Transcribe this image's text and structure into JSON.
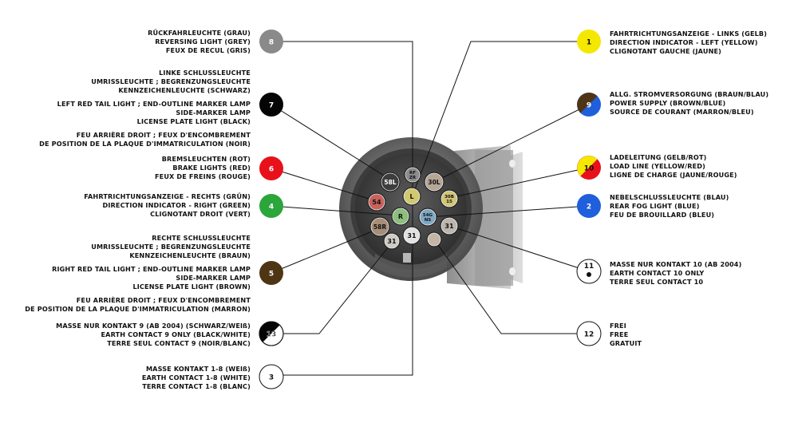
{
  "colors": {
    "grey": "#8a8a8a",
    "black": "#050505",
    "red": "#e8101a",
    "green": "#2aa63a",
    "brown": "#4e3514",
    "yellow": "#f4e800",
    "blue": "#1f5fdc",
    "white": "#ffffff"
  },
  "numbered_pins": [
    {
      "num": "8",
      "fill": "grey"
    },
    {
      "num": "7",
      "fill": "black"
    },
    {
      "num": "6",
      "fill": "red"
    },
    {
      "num": "4",
      "fill": "green"
    },
    {
      "num": "5",
      "fill": "brown"
    },
    {
      "num": "13",
      "fill": "split-black-white"
    },
    {
      "num": "3",
      "fill": "white"
    },
    {
      "num": "1",
      "fill": "yellow"
    },
    {
      "num": "9",
      "fill": "split-brown-blue"
    },
    {
      "num": "10",
      "fill": "split-yellow-red"
    },
    {
      "num": "2",
      "fill": "blue"
    },
    {
      "num": "11",
      "fill": "white-dot"
    },
    {
      "num": "12",
      "fill": "white"
    }
  ],
  "labels": {
    "p8": [
      "RÜCKFAHRLEUCHTE (GRAU)",
      "REVERSING LIGHT (GREY)",
      "FEUX DE RECUL (GRIS)"
    ],
    "p7a": [
      "LINKE SCHLUSSLEUCHTE",
      "UMRISSLEUCHTE ; BEGRENZUNGSLEUCHTE",
      "KENNZEICHENLEUCHTE (SCHWARZ)"
    ],
    "p7b": [
      "LEFT RED TAIL LIGHT ; END-OUTLINE MARKER LAMP",
      "SIDE-MARKER LAMP",
      "LICENSE PLATE LIGHT (BLACK)"
    ],
    "p7c": [
      "FEU ARRIÈRE DROIT ; FEUX D'ENCOMBREMENT",
      "DE POSITION DE LA PLAQUE D'IMMATRICULATION (NOIR)"
    ],
    "p6": [
      "BREMSLEUCHTEN (ROT)",
      "BRAKE LIGHTS (RED)",
      "FEUX DE FREINS (ROUGE)"
    ],
    "p4": [
      "FAHRTRICHTUNGSANZEIGE - RECHTS (GRÜN)",
      "DIRECTION INDICATOR - RIGHT (GREEN)",
      "CLIGNOTANT DROIT (VERT)"
    ],
    "p5a": [
      "RECHTE SCHLUSSLEUCHTE",
      "UMRISSLEUCHTE ; BEGRENZUNGSLEUCHTE",
      "KENNZEICHENLEUCHTE (BRAUN)"
    ],
    "p5b": [
      "RIGHT RED TAIL LIGHT ; END-OUTLINE MARKER LAMP",
      "SIDE-MARKER LAMP",
      "LICENSE PLATE LIGHT (BROWN)"
    ],
    "p5c": [
      "FEU ARRIÈRE DROIT ; FEUX D'ENCOMBREMENT",
      "DE POSITION DE LA PLAQUE D'IMMATRICULATION (MARRON)"
    ],
    "p13": [
      "MASSE NUR KONTAKT 9 (AB 2004) (SCHWARZ/WEIß)",
      "EARTH CONTACT 9 ONLY (BLACK/WHITE)",
      "TERRE SEUL CONTACT 9 (NOIR/BLANC)"
    ],
    "p3": [
      "MASSE KONTAKT 1-8 (WEIß)",
      "EARTH CONTACT 1-8 (WHITE)",
      "TERRE CONTACT 1-8 (BLANC)"
    ],
    "p1": [
      "FAHRTRICHTUNGSANZEIGE - LINKS (GELB)",
      "DIRECTION INDICATOR - LEFT (YELLOW)",
      "CLIGNOTANT GAUCHE (JAUNE)"
    ],
    "p9": [
      "ALLG. STROMVERSORGUNG (BRAUN/BLAU)",
      "POWER SUPPLY (BROWN/BLUE)",
      "SOURCE DE COURANT (MARRON/BLEU)"
    ],
    "p10": [
      "LADELEITUNG (GELB/ROT)",
      "LOAD LINE (YELLOW/RED)",
      "LIGNE DE CHARGE (JAUNE/ROUGE)"
    ],
    "p2": [
      "NEBELSCHLUSSLEUCHTE (BLAU)",
      "REAR FOG LIGHT (BLUE)",
      "FEU DE BROUILLARD (BLEU)"
    ],
    "p11": [
      "MASSE NUR KONTAKT 10 (AB 2004)",
      "EARTH CONTACT 10 ONLY",
      "TERRE SEUL CONTACT 10"
    ],
    "p12": [
      "FREI",
      "FREE",
      "GRATUIT"
    ]
  },
  "socket_pins": [
    {
      "label": "58L",
      "fill": "#3d3d3d",
      "text": "#ffffff"
    },
    {
      "label": "RF",
      "label2": "ZR",
      "fill": "#8c8c8c",
      "text": "#111111"
    },
    {
      "label": "30L",
      "fill": "#b7a696",
      "text": "#111111"
    },
    {
      "label": "54",
      "fill": "#c9615c",
      "text": "#111111"
    },
    {
      "label": "L",
      "fill": "#d2c870",
      "text": "#111111"
    },
    {
      "label": "30B",
      "label2": "15",
      "fill": "#d3c577",
      "text": "#111111"
    },
    {
      "label": "R",
      "fill": "#8cbe7c",
      "text": "#111111"
    },
    {
      "label": "54G",
      "label2": "NS",
      "fill": "#7fa8c4",
      "text": "#111111"
    },
    {
      "label": "58R",
      "fill": "#a88e78",
      "text": "#111111"
    },
    {
      "label": "31",
      "fill": "#cfcac4",
      "text": "#111111"
    },
    {
      "label": "31",
      "fill": "#e2e2e2",
      "text": "#111111"
    },
    {
      "label": "31",
      "fill": "#bdb6ae",
      "text": "#111111"
    },
    {
      "label": "",
      "fill": "#c4b6a6",
      "text": "#111111"
    }
  ]
}
